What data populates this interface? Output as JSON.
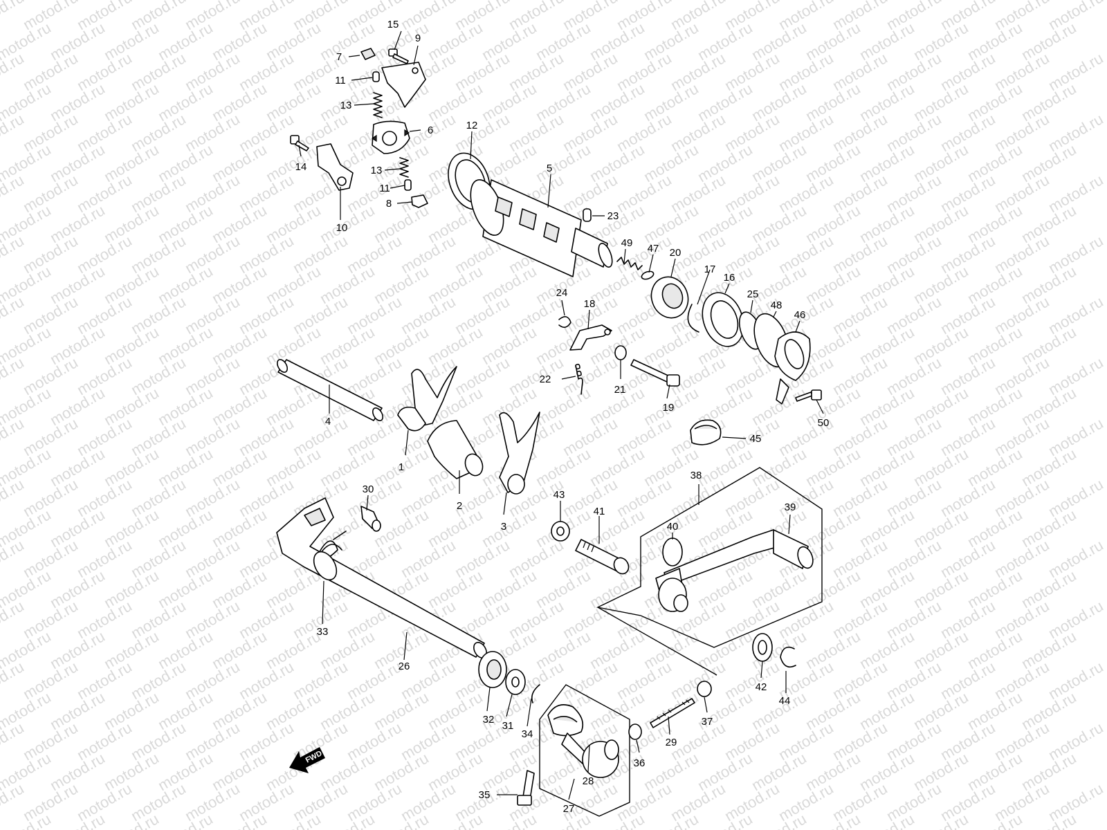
{
  "watermark": {
    "text": "motod.ru"
  },
  "direction_marker": {
    "label": "FWD"
  },
  "callouts": [
    {
      "id": "c1",
      "label": "1"
    },
    {
      "id": "c2",
      "label": "2"
    },
    {
      "id": "c3",
      "label": "3"
    },
    {
      "id": "c4",
      "label": "4"
    },
    {
      "id": "c5",
      "label": "5"
    },
    {
      "id": "c6",
      "label": "6"
    },
    {
      "id": "c7",
      "label": "7"
    },
    {
      "id": "c8",
      "label": "8"
    },
    {
      "id": "c9",
      "label": "9"
    },
    {
      "id": "c10",
      "label": "10"
    },
    {
      "id": "c11a",
      "label": "11"
    },
    {
      "id": "c11b",
      "label": "11"
    },
    {
      "id": "c12",
      "label": "12"
    },
    {
      "id": "c13a",
      "label": "13"
    },
    {
      "id": "c13b",
      "label": "13"
    },
    {
      "id": "c14",
      "label": "14"
    },
    {
      "id": "c15",
      "label": "15"
    },
    {
      "id": "c16",
      "label": "16"
    },
    {
      "id": "c17",
      "label": "17"
    },
    {
      "id": "c18",
      "label": "18"
    },
    {
      "id": "c19",
      "label": "19"
    },
    {
      "id": "c20",
      "label": "20"
    },
    {
      "id": "c21",
      "label": "21"
    },
    {
      "id": "c22",
      "label": "22"
    },
    {
      "id": "c23",
      "label": "23"
    },
    {
      "id": "c24",
      "label": "24"
    },
    {
      "id": "c25",
      "label": "25"
    },
    {
      "id": "c26",
      "label": "26"
    },
    {
      "id": "c27",
      "label": "27"
    },
    {
      "id": "c28",
      "label": "28"
    },
    {
      "id": "c29",
      "label": "29"
    },
    {
      "id": "c30",
      "label": "30"
    },
    {
      "id": "c31",
      "label": "31"
    },
    {
      "id": "c32",
      "label": "32"
    },
    {
      "id": "c33",
      "label": "33"
    },
    {
      "id": "c34",
      "label": "34"
    },
    {
      "id": "c35",
      "label": "35"
    },
    {
      "id": "c36",
      "label": "36"
    },
    {
      "id": "c37",
      "label": "37"
    },
    {
      "id": "c38",
      "label": "38"
    },
    {
      "id": "c39",
      "label": "39"
    },
    {
      "id": "c40",
      "label": "40"
    },
    {
      "id": "c41",
      "label": "41"
    },
    {
      "id": "c42",
      "label": "42"
    },
    {
      "id": "c43",
      "label": "43"
    },
    {
      "id": "c44",
      "label": "44"
    },
    {
      "id": "c45",
      "label": "45"
    },
    {
      "id": "c46",
      "label": "46"
    },
    {
      "id": "c47",
      "label": "47"
    },
    {
      "id": "c48",
      "label": "48"
    },
    {
      "id": "c49",
      "label": "49"
    },
    {
      "id": "c50",
      "label": "50"
    }
  ]
}
